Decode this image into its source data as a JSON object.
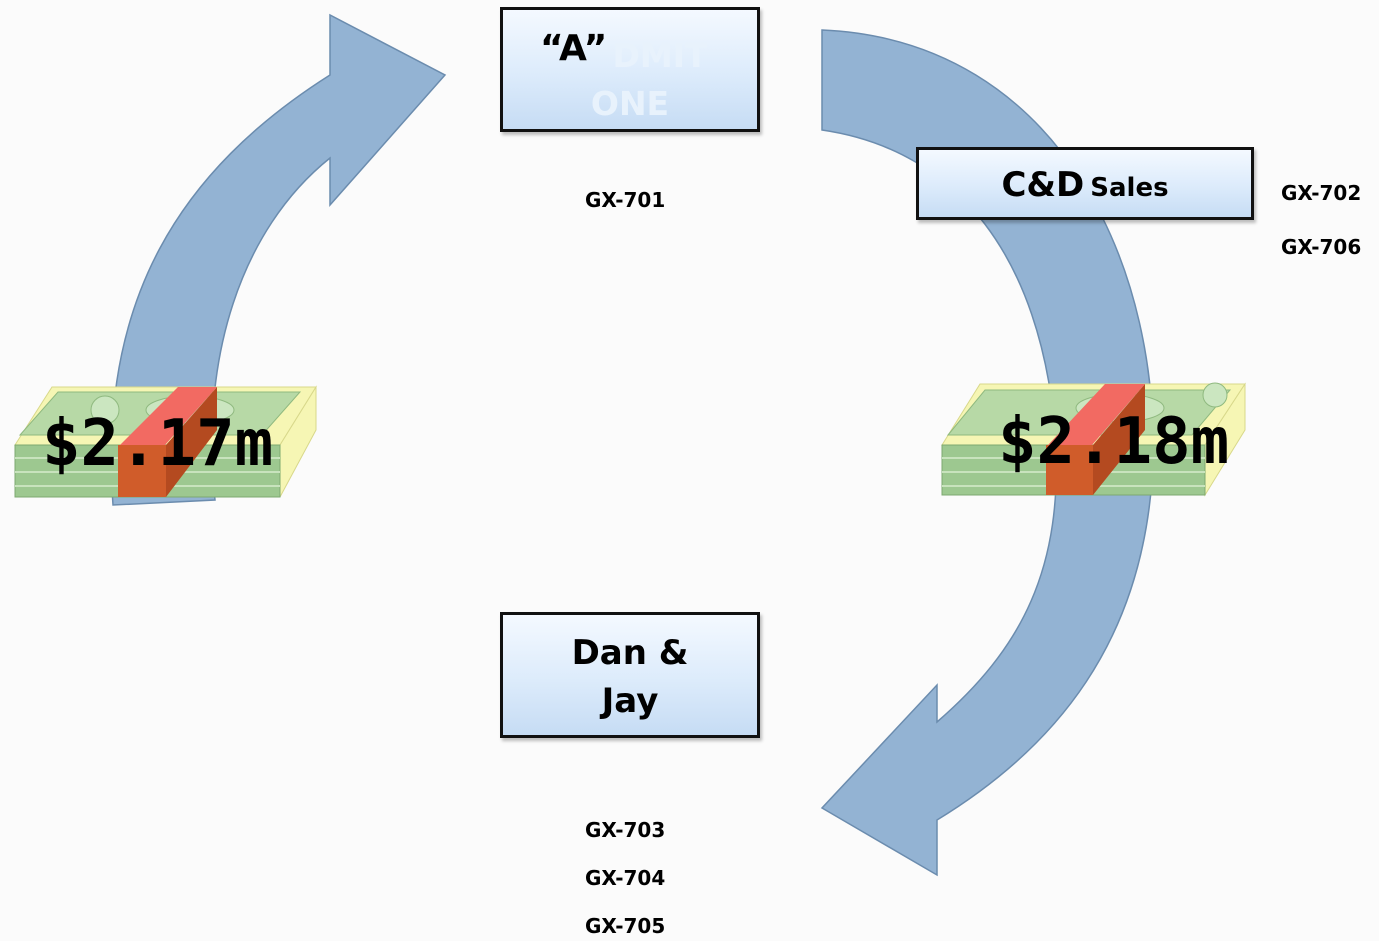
{
  "boxes": {
    "admit": {
      "quote_text": "“A”",
      "ghost_line1": "DMIT",
      "ghost_line2": "ONE"
    },
    "cd_sales": {
      "main_text": "C&D",
      "sub_text": "Sales"
    },
    "dan_jay": {
      "line1": "Dan &",
      "line2": "Jay"
    }
  },
  "references": {
    "admit": [
      "GX-701"
    ],
    "cd_sales": [
      "GX-702",
      "GX-706"
    ],
    "dan_jay": [
      "GX-703",
      "GX-704",
      "GX-705"
    ]
  },
  "amounts": {
    "left": "$2.17m",
    "right": "$2.18m"
  },
  "icons": {
    "money_stack": "cash-stack-icon",
    "arrow": "curved-arrow-icon"
  },
  "colors": {
    "arrow_fill": "#93b3d3",
    "arrow_stroke": "#6b8cae",
    "bill_green": "#9dc890",
    "band_red": "#f26a62",
    "band_orange": "#d05c2a",
    "bill_edge": "#f6f6b4"
  }
}
